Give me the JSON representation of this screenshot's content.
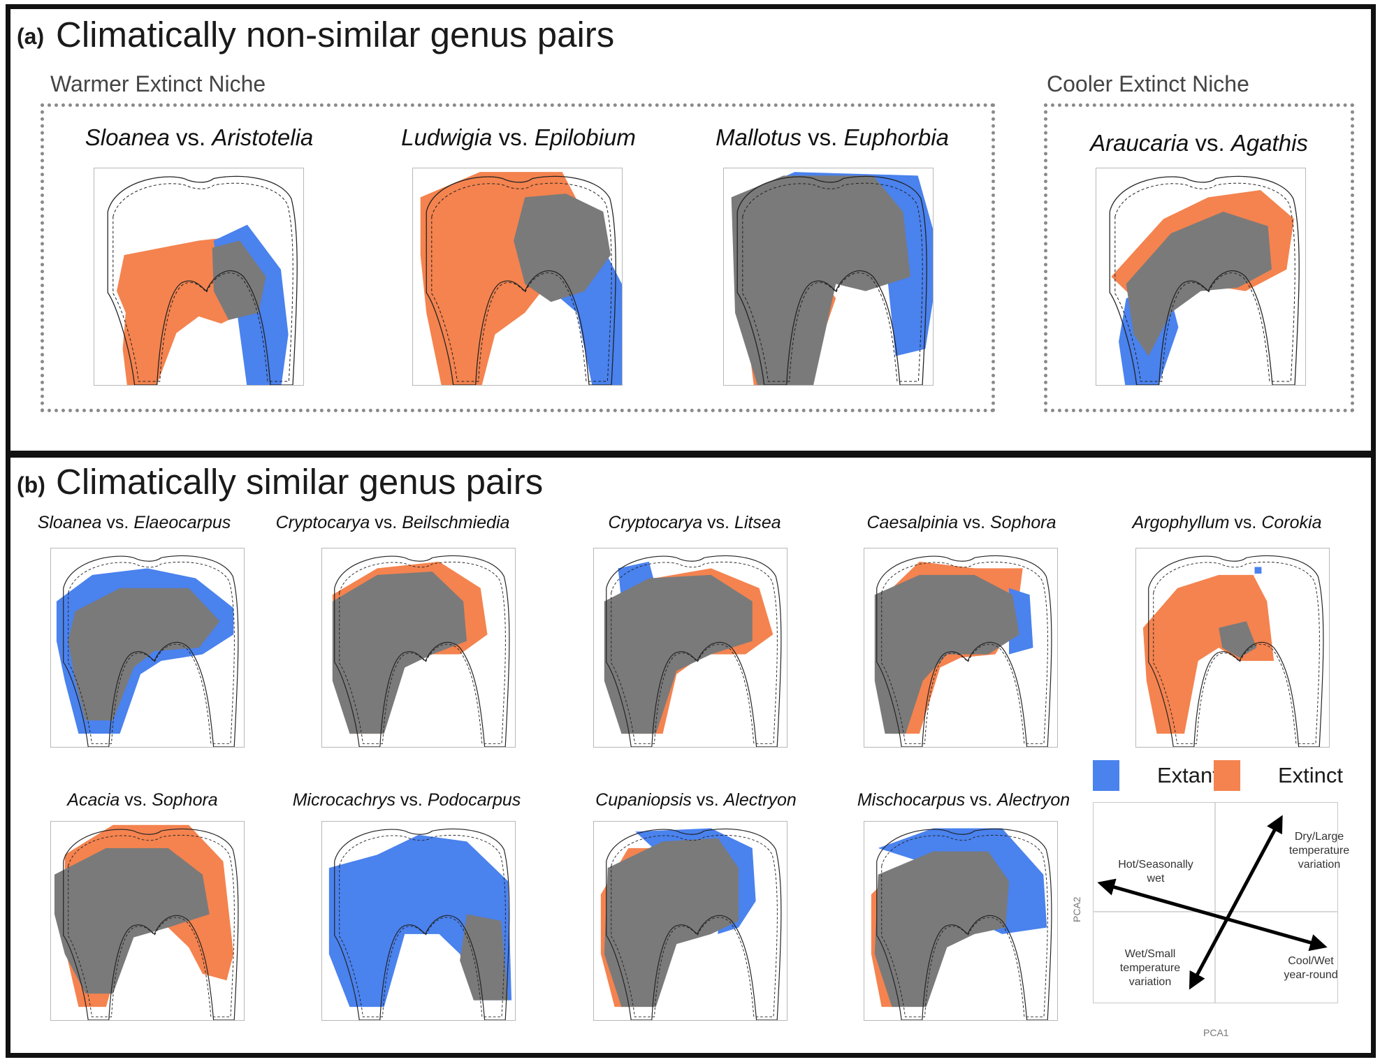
{
  "panel_a": {
    "label": "(a)",
    "title": "Climatically non-similar genus pairs",
    "group_warmer": "Warmer Extinct Niche",
    "group_cooler": "Cooler Extinct Niche",
    "maps": [
      {
        "genus1": "Sloanea",
        "vs": "vs.",
        "genus2": "Aristotelia"
      },
      {
        "genus1": "Ludwigia",
        "vs": "vs.",
        "genus2": "Epilobium"
      },
      {
        "genus1": "Mallotus",
        "vs": "vs.",
        "genus2": "Euphorbia"
      },
      {
        "genus1": "Araucaria",
        "vs": "vs.",
        "genus2": "Agathis"
      }
    ]
  },
  "panel_b": {
    "label": "(b)",
    "title": "Climatically similar genus pairs",
    "maps": [
      {
        "genus1": "Sloanea",
        "vs": "vs.",
        "genus2": "Elaeocarpus"
      },
      {
        "genus1": "Cryptocarya",
        "vs": "vs.",
        "genus2": "Beilschmiedia"
      },
      {
        "genus1": "Cryptocarya",
        "vs": "vs.",
        "genus2": "Litsea"
      },
      {
        "genus1": "Caesalpinia",
        "vs": "vs.",
        "genus2": "Sophora"
      },
      {
        "genus1": "Argophyllum",
        "vs": "vs.",
        "genus2": "Corokia"
      },
      {
        "genus1": "Acacia",
        "vs": "vs.",
        "genus2": "Sophora"
      },
      {
        "genus1": "Microcachrys",
        "vs": "vs.",
        "genus2": "Podocarpus"
      },
      {
        "genus1": "Cupaniopsis",
        "vs": "vs.",
        "genus2": "Alectryon"
      },
      {
        "genus1": "Mischocarpus",
        "vs": "vs.",
        "genus2": "Alectryon"
      }
    ]
  },
  "legend": {
    "extant_label": "Extant",
    "extinct_label": "Extinct",
    "extant_color": "#4a82ee",
    "extinct_color": "#f4834f",
    "overlap_color": "#7a7a7a"
  },
  "axes_key": {
    "x_axis": "PCA1",
    "y_axis": "PCA2",
    "upper_right": "Dry/Large temperature variation",
    "upper_left": "Hot/Seasonally wet",
    "lower_left": "Wet/Small temperature variation",
    "lower_right": "Cool/Wet year-round"
  }
}
